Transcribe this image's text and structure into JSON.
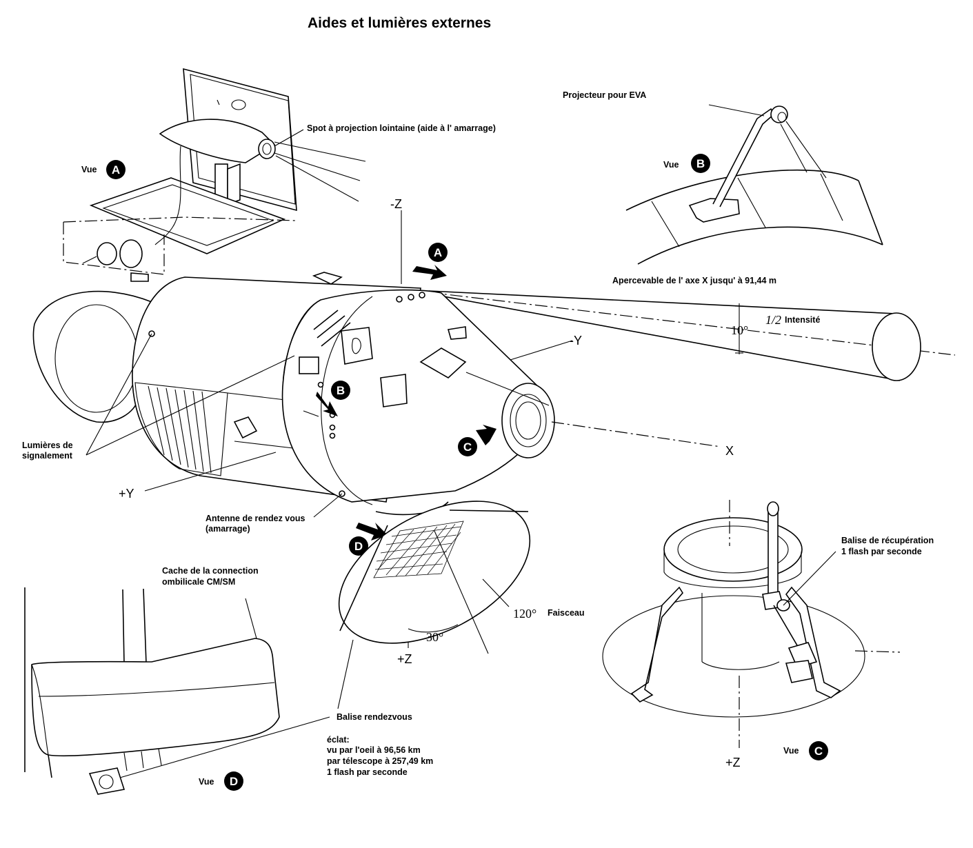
{
  "title": "Aides et lumières externes",
  "labels": {
    "spot": "Spot à projection lointaine (aide à l' amarrage)",
    "projecteur_eva": "Projecteur pour EVA",
    "apercevable": "Apercevable de l' axe X jusqu' à 91,44 m",
    "half": "1/2",
    "intensite": "Intensité",
    "lumieres_1": "Lumières de",
    "lumieres_2": "signalement",
    "antenne_1": "Antenne de rendez vous",
    "antenne_2": "(amarrage)",
    "cache_1": "Cache de la connection",
    "cache_2": "ombilicale CM/SM",
    "faisceau": "Faisceau",
    "balise_recup_1": "Balise de récupération",
    "balise_recup_2": "1 flash par seconde",
    "balise_rdv": "Balise rendezvous",
    "eclat": "éclat:",
    "oeil": "vu par l'oeil à 96,56 km",
    "telescope": "par télescope à 257,49 km",
    "flash": "1 flash par seconde",
    "vue": "Vue"
  },
  "axes": {
    "minus_z": "-Z",
    "minus_y": "-Y",
    "plus_y": "+Y",
    "x": "X",
    "plus_z_main": "+Z",
    "plus_z_c": "+Z"
  },
  "angles": {
    "ten": "10°",
    "thirty": "30°",
    "one_twenty": "120°"
  },
  "badges": {
    "a": "A",
    "b": "B",
    "c": "C",
    "d": "D"
  },
  "colors": {
    "ink": "#000000",
    "paper": "#ffffff"
  }
}
